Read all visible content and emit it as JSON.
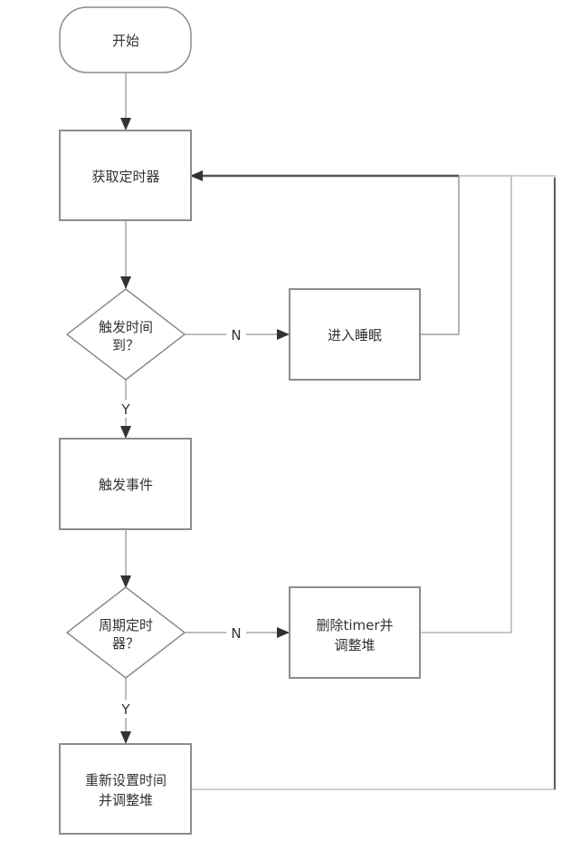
{
  "diagram": {
    "type": "flowchart",
    "nodes": {
      "start": {
        "shape": "terminator",
        "lines": [
          "开始"
        ]
      },
      "get_timer": {
        "shape": "process",
        "lines": [
          "获取定时器"
        ]
      },
      "time_reached": {
        "shape": "decision",
        "lines": [
          "触发时间",
          "到？"
        ]
      },
      "sleep": {
        "shape": "process",
        "lines": [
          "进入睡眠"
        ]
      },
      "fire_event": {
        "shape": "process",
        "lines": [
          "触发事件"
        ]
      },
      "periodic": {
        "shape": "decision",
        "lines": [
          "周期定时",
          "器？"
        ]
      },
      "delete_timer": {
        "shape": "process",
        "lines": [
          "删除timer并",
          "调整堆"
        ]
      },
      "reset_time": {
        "shape": "process",
        "lines": [
          "重新设置时间",
          "并调整堆"
        ]
      }
    },
    "edges": [
      {
        "from": "start",
        "to": "get_timer",
        "label": ""
      },
      {
        "from": "get_timer",
        "to": "time_reached",
        "label": ""
      },
      {
        "from": "time_reached",
        "to": "sleep",
        "label": "N"
      },
      {
        "from": "time_reached",
        "to": "fire_event",
        "label": "Y"
      },
      {
        "from": "sleep",
        "to": "get_timer",
        "label": ""
      },
      {
        "from": "fire_event",
        "to": "periodic",
        "label": ""
      },
      {
        "from": "periodic",
        "to": "delete_timer",
        "label": "N"
      },
      {
        "from": "periodic",
        "to": "reset_time",
        "label": "Y"
      },
      {
        "from": "delete_timer",
        "to": "get_timer",
        "label": ""
      },
      {
        "from": "reset_time",
        "to": "get_timer",
        "label": ""
      }
    ],
    "colors": {
      "node_stroke": "#8c8c8c",
      "edge_stroke": "#bdbdbd",
      "arrowhead": "#333333",
      "text": "#333333",
      "return_line_dark": "#333333"
    }
  }
}
